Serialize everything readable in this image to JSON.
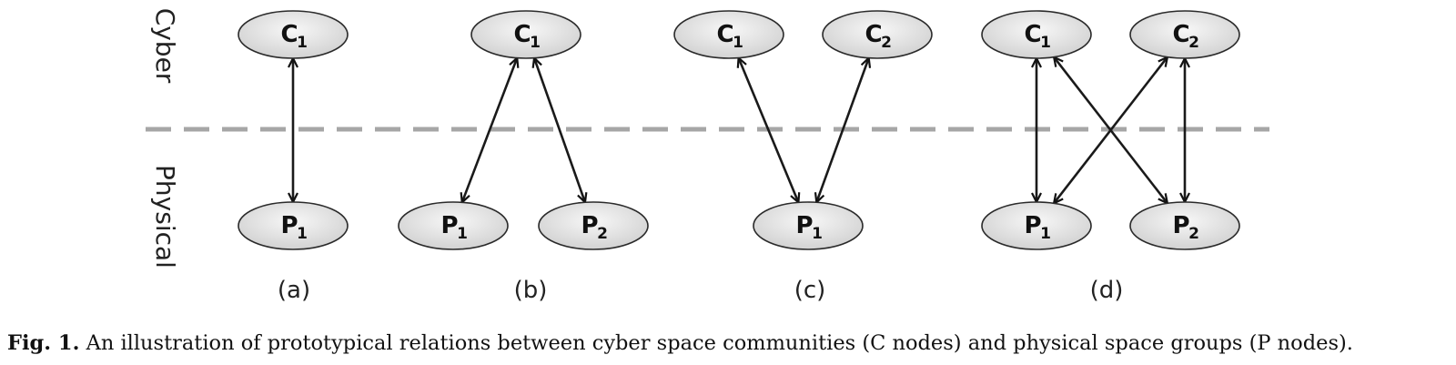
{
  "side_labels": {
    "cyber": "Cyber",
    "physical": "Physical"
  },
  "panels": [
    {
      "label": "(a)",
      "nodes": [
        {
          "id": "C1",
          "letter": "C",
          "sub": "1"
        },
        {
          "id": "P1",
          "letter": "P",
          "sub": "1"
        }
      ],
      "edges": [
        {
          "from": "C1",
          "to": "P1"
        }
      ]
    },
    {
      "label": "(b)",
      "nodes": [
        {
          "id": "C1",
          "letter": "C",
          "sub": "1"
        },
        {
          "id": "P1",
          "letter": "P",
          "sub": "1"
        },
        {
          "id": "P2",
          "letter": "P",
          "sub": "2"
        }
      ],
      "edges": [
        {
          "from": "C1",
          "to": "P1"
        },
        {
          "from": "C1",
          "to": "P2"
        }
      ]
    },
    {
      "label": "(c)",
      "nodes": [
        {
          "id": "C1",
          "letter": "C",
          "sub": "1"
        },
        {
          "id": "C2",
          "letter": "C",
          "sub": "2"
        },
        {
          "id": "P1",
          "letter": "P",
          "sub": "1"
        }
      ],
      "edges": [
        {
          "from": "C1",
          "to": "P1"
        },
        {
          "from": "C2",
          "to": "P1"
        }
      ]
    },
    {
      "label": "(d)",
      "nodes": [
        {
          "id": "C1",
          "letter": "C",
          "sub": "1"
        },
        {
          "id": "C2",
          "letter": "C",
          "sub": "2"
        },
        {
          "id": "P1",
          "letter": "P",
          "sub": "1"
        },
        {
          "id": "P2",
          "letter": "P",
          "sub": "2"
        }
      ],
      "edges": [
        {
          "from": "C1",
          "to": "P1"
        },
        {
          "from": "C1",
          "to": "P2"
        },
        {
          "from": "C2",
          "to": "P1"
        },
        {
          "from": "C2",
          "to": "P2"
        }
      ]
    }
  ],
  "caption": {
    "fig_label": "Fig. 1.",
    "text": "An illustration of prototypical relations between cyber space communities (C nodes) and physical space groups (P nodes)."
  }
}
